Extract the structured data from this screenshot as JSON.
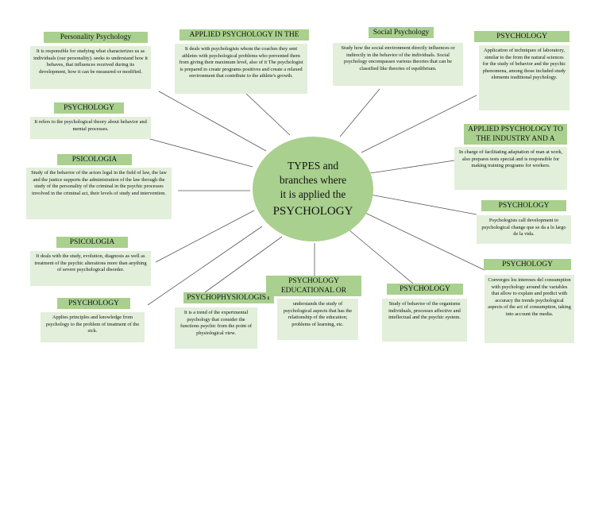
{
  "center": {
    "line1": "TYPES and",
    "line2": "branches where",
    "line3": "it is applied the",
    "line4": "PSYCHOLOGY"
  },
  "branches": [
    {
      "title": "Personality Psychology",
      "text": "It is responsible for studying what characterizes us as individuals (our personality). seeks to understand how it behaves, that influences received during its development, how it can be measured or modified."
    },
    {
      "title": "APPLIED PSYCHOLOGY IN THE",
      "text": "It deals with psychologists whom the coaches they sent athletes with psychological problems who prevented them from giving their maximum level, also of it The psychologist is prepared to create programs positives and create a relaxed environment that contribute to the athlete's growth."
    },
    {
      "title": "Social Psychology",
      "text": "Study how the social environment directly influences or indirectly in the behavior of the individuals. Social psychology encompasses various theories that can be classified like theories of equilibrium."
    },
    {
      "title": "PSYCHOLOGY",
      "text": "Application of techniques of laboratory, similar to the from the natural sciences for the study of behavior and the psychic phenomena, among those included study elements traditional psychology."
    },
    {
      "title": "PSYCHOLOGY",
      "text": "It refers to the psychological theory about behavior and mental processes."
    },
    {
      "title": "APPLIED PSYCHOLOGY TO THE INDUSTRY AND A",
      "text": "In charge of facilitating adaptation of man at work, also prepares tests special and is responsible for making training programs for workers."
    },
    {
      "title": "PSICOLOGIA",
      "text": "Study of the behavior of the actors legal in the field of law, the law and the justice supports the administration of the law through the study of the personality of the criminal in the psychic processes involved in the criminal act, their levels of study and intervention."
    },
    {
      "title": "PSYCHOLOGY",
      "text": "Psychologists call development to psychological change que se da a lo largo de la vida."
    },
    {
      "title": "PSICOLOGIA",
      "text": "It deals with the study, evolution, diagnosis as well as treatment of the psychic alterations more than anything of severe psychological disorder."
    },
    {
      "title": "PSYCHOLOGY",
      "text": "Converges los intereses del consumption with psychology around the variables that allow to explain and predict with accuracy the trends psychological aspects of the act of consumption, taking into account the media."
    },
    {
      "title": "PSYCHOLOGY",
      "text": "Applies principles and knowledge from psychology to the problem of treatment of the sick."
    },
    {
      "title": "PSYCHOPHYSIOLOGIST",
      "text": "It is a trend of the experimental psychology that consider the functions psychic from the point of physiological view."
    },
    {
      "title": "PSYCHOLOGY EDUCATIONAL OR",
      "text": "understands the study of psychological aspects that has the relationship of the education; problems of learning, etc."
    },
    {
      "title": "PSYCHOLOGY",
      "text": "Study of behavior of the organisms individuals, processes affective and intellectual and the psychic system."
    }
  ],
  "colors": {
    "circle": "#a9d08e",
    "title_bg": "#a9d08e",
    "desc_bg": "#e2efda",
    "line": "#555555"
  }
}
